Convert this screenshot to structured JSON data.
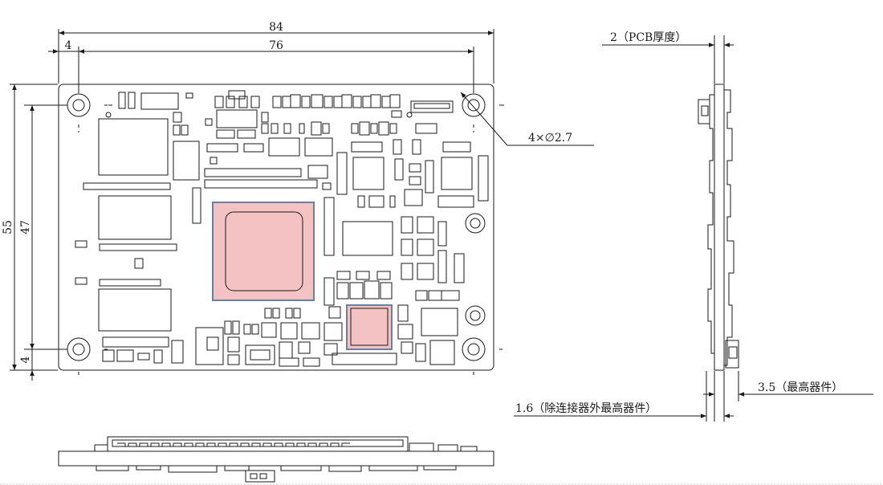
{
  "dimensions": {
    "board_length": "84",
    "hole_spacing_x": "76",
    "hole_offset_x": "4",
    "board_width": "55",
    "hole_spacing_y": "47",
    "hole_offset_y": "4",
    "mount_holes": "4×∅2.7",
    "pcb_thickness": "2（PCB厚度）",
    "tallest_component": "3.5（最高器件）",
    "tallest_except_connector": "1.6（除连接器外最高器件）"
  },
  "colors": {
    "line": "#1a1a1a",
    "chip_fill": "#f4c2c2",
    "chip_border": "#6b7fa0",
    "board_fill": "#ffffff"
  }
}
